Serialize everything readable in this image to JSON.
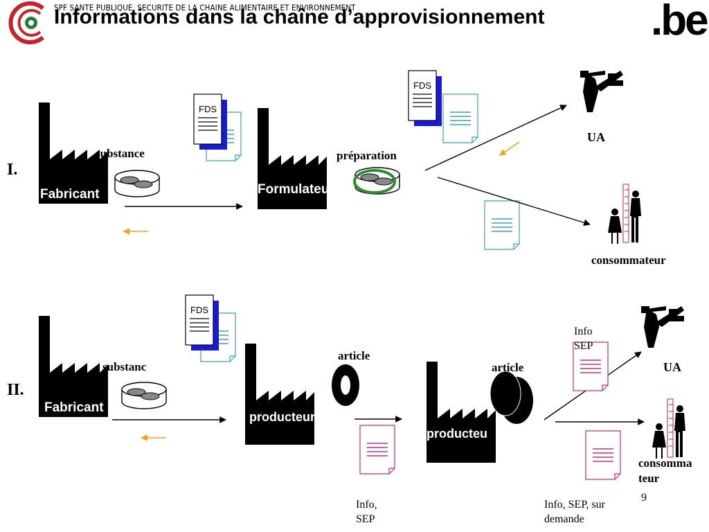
{
  "header": {
    "ministry": "SPF SANTE PUBLIQUE, SECURITE DE LA CHAINE ALIMENTAIRE ET ENVIRONNEMENT",
    "title": "Informations dans la chaîne d’approvisionnement",
    "logo_text": ".be"
  },
  "sections": {
    "one": {
      "roman": "I.",
      "fabricant": "Fabricant",
      "substance": "substance",
      "fds_left": "FDS",
      "formulateur": "Formulateur",
      "preparation": "préparation",
      "fds_right": "FDS",
      "ua": "UA",
      "consumer": "consommateur"
    },
    "two": {
      "roman": "II.",
      "fabricant": "Fabricant",
      "substance": "substanc",
      "fds": "FDS",
      "producer1": "producteur",
      "article1": "article",
      "info_sep_left": [
        "Info,",
        "SEP"
      ],
      "producer2": "producteu",
      "article2": "article",
      "info_sep_top": [
        "Info",
        "SEP"
      ],
      "ua": "UA",
      "consumer": [
        "consomma",
        "teur"
      ],
      "info_sep_demand": [
        "Info, SEP, sur",
        "demande"
      ]
    }
  },
  "page_number": "9",
  "colors": {
    "accent_red": "#c0242c",
    "accent_green": "#2a7a3a",
    "arrow_orange": "#f0a020",
    "doc_teal": "#3ea0a8",
    "doc_pink": "#c0307a",
    "doc_blue": "#1a1ad0",
    "ring_green": "#2e8b2e"
  },
  "icons": [
    "health-ministry-logo",
    "factory-icon",
    "petri-dish-icon",
    "document-icon",
    "worker-icon",
    "family-icon",
    "ring-article-icon",
    "disc-article-icon"
  ]
}
